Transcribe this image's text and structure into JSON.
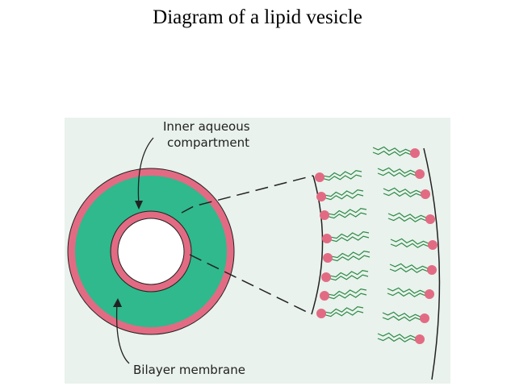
{
  "title": "Diagram of a lipid vesicle",
  "labels": {
    "inner": [
      "Inner aqueous",
      "compartment"
    ],
    "bilayer": "Bilayer membrane"
  },
  "colors": {
    "background": "#e9f2ec",
    "lipid_layer": "#e26b83",
    "aqueous_fill": "#2fb98c",
    "inner_compartment": "#ffffff",
    "outline": "#222222",
    "tail": "#2e8a48"
  }
}
